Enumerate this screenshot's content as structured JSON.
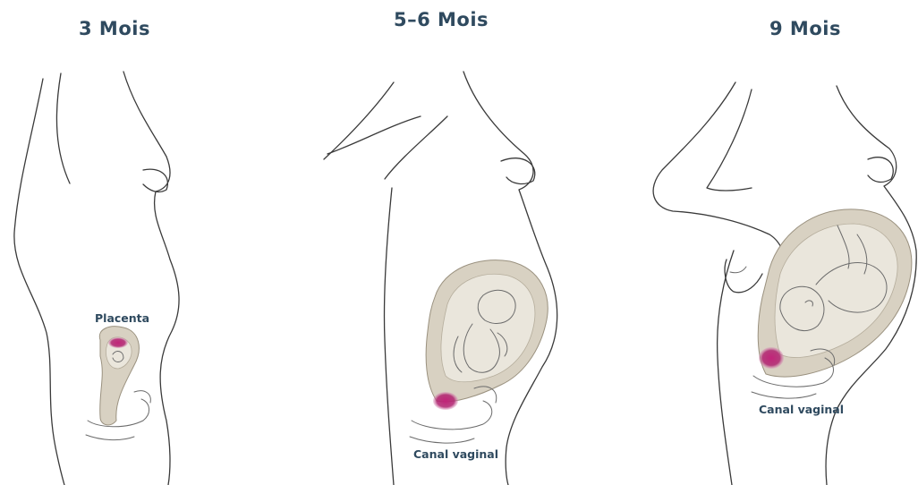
{
  "stages": [
    {
      "title": "3 Mois",
      "label": "Placenta"
    },
    {
      "title": "5–6 Mois",
      "label": "Canal vaginal"
    },
    {
      "title": "9 Mois",
      "label": "Canal vaginal"
    }
  ],
  "colors": {
    "title_text": "#2f4a5f",
    "outline": "#3a3a3a",
    "uterus_fill": "#d8d1c2",
    "uterus_inner": "#eae6dc",
    "placenta": "#b0226f"
  }
}
